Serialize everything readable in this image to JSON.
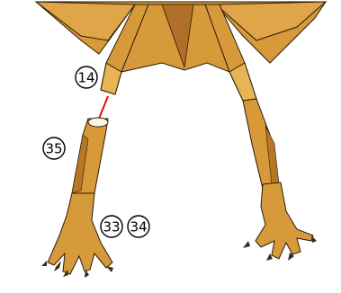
{
  "diagram": {
    "labels": {
      "hip_part": "14",
      "lower_leg": "35",
      "feet": [
        "33",
        "34"
      ]
    },
    "colors": {
      "skin": "#d79a3a",
      "skin_light": "#e9b453",
      "skin_dark": "#b87725",
      "outline": "#2b1b0a",
      "body_shadow": "#9a5a1e",
      "connector": "#e01010",
      "claw": "#3a2a1a"
    }
  }
}
